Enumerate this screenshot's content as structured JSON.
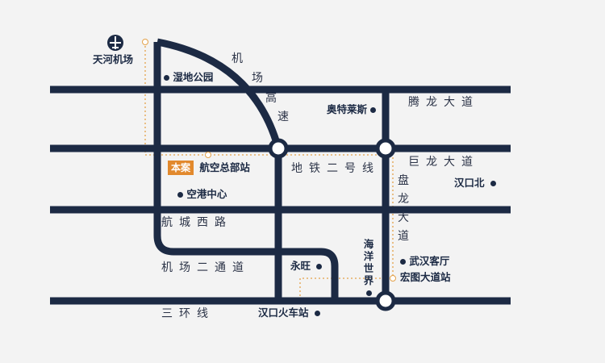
{
  "roads": {
    "airport_expressway": [
      "机",
      "场",
      "高",
      "速"
    ],
    "tenglong": "腾龙大道",
    "julong": "巨龙大道",
    "metro2": "地铁二号线",
    "hangcheng_west": "航城西路",
    "airport_second": "机场二通道",
    "third_ring": "三环线",
    "panlong": [
      "盘",
      "龙",
      "大",
      "道"
    ]
  },
  "pois": {
    "airport": "天河机场",
    "wetland": "湿地公园",
    "outlets": "奥特莱斯",
    "project_badge": "本案",
    "hangkong_station": "航空总部站",
    "airport_center": "空港中心",
    "hankou_north": "汉口北",
    "wuhan_bus": "武汉客厅",
    "hongtu_station": "宏图大道站",
    "ocean_world": [
      "海",
      "洋",
      "世",
      "界"
    ],
    "yongwang": "永旺",
    "hankou_station": "汉口火车站"
  },
  "icons": {
    "airport": "airplane-icon",
    "metro": "metro-m-icon",
    "poi": "dot-icon",
    "interchange": "ring-icon"
  },
  "colors": {
    "road": "#1c2a44",
    "metro": "#e4a24a",
    "badge": "#e2892d",
    "background": "#f3f3f3"
  }
}
